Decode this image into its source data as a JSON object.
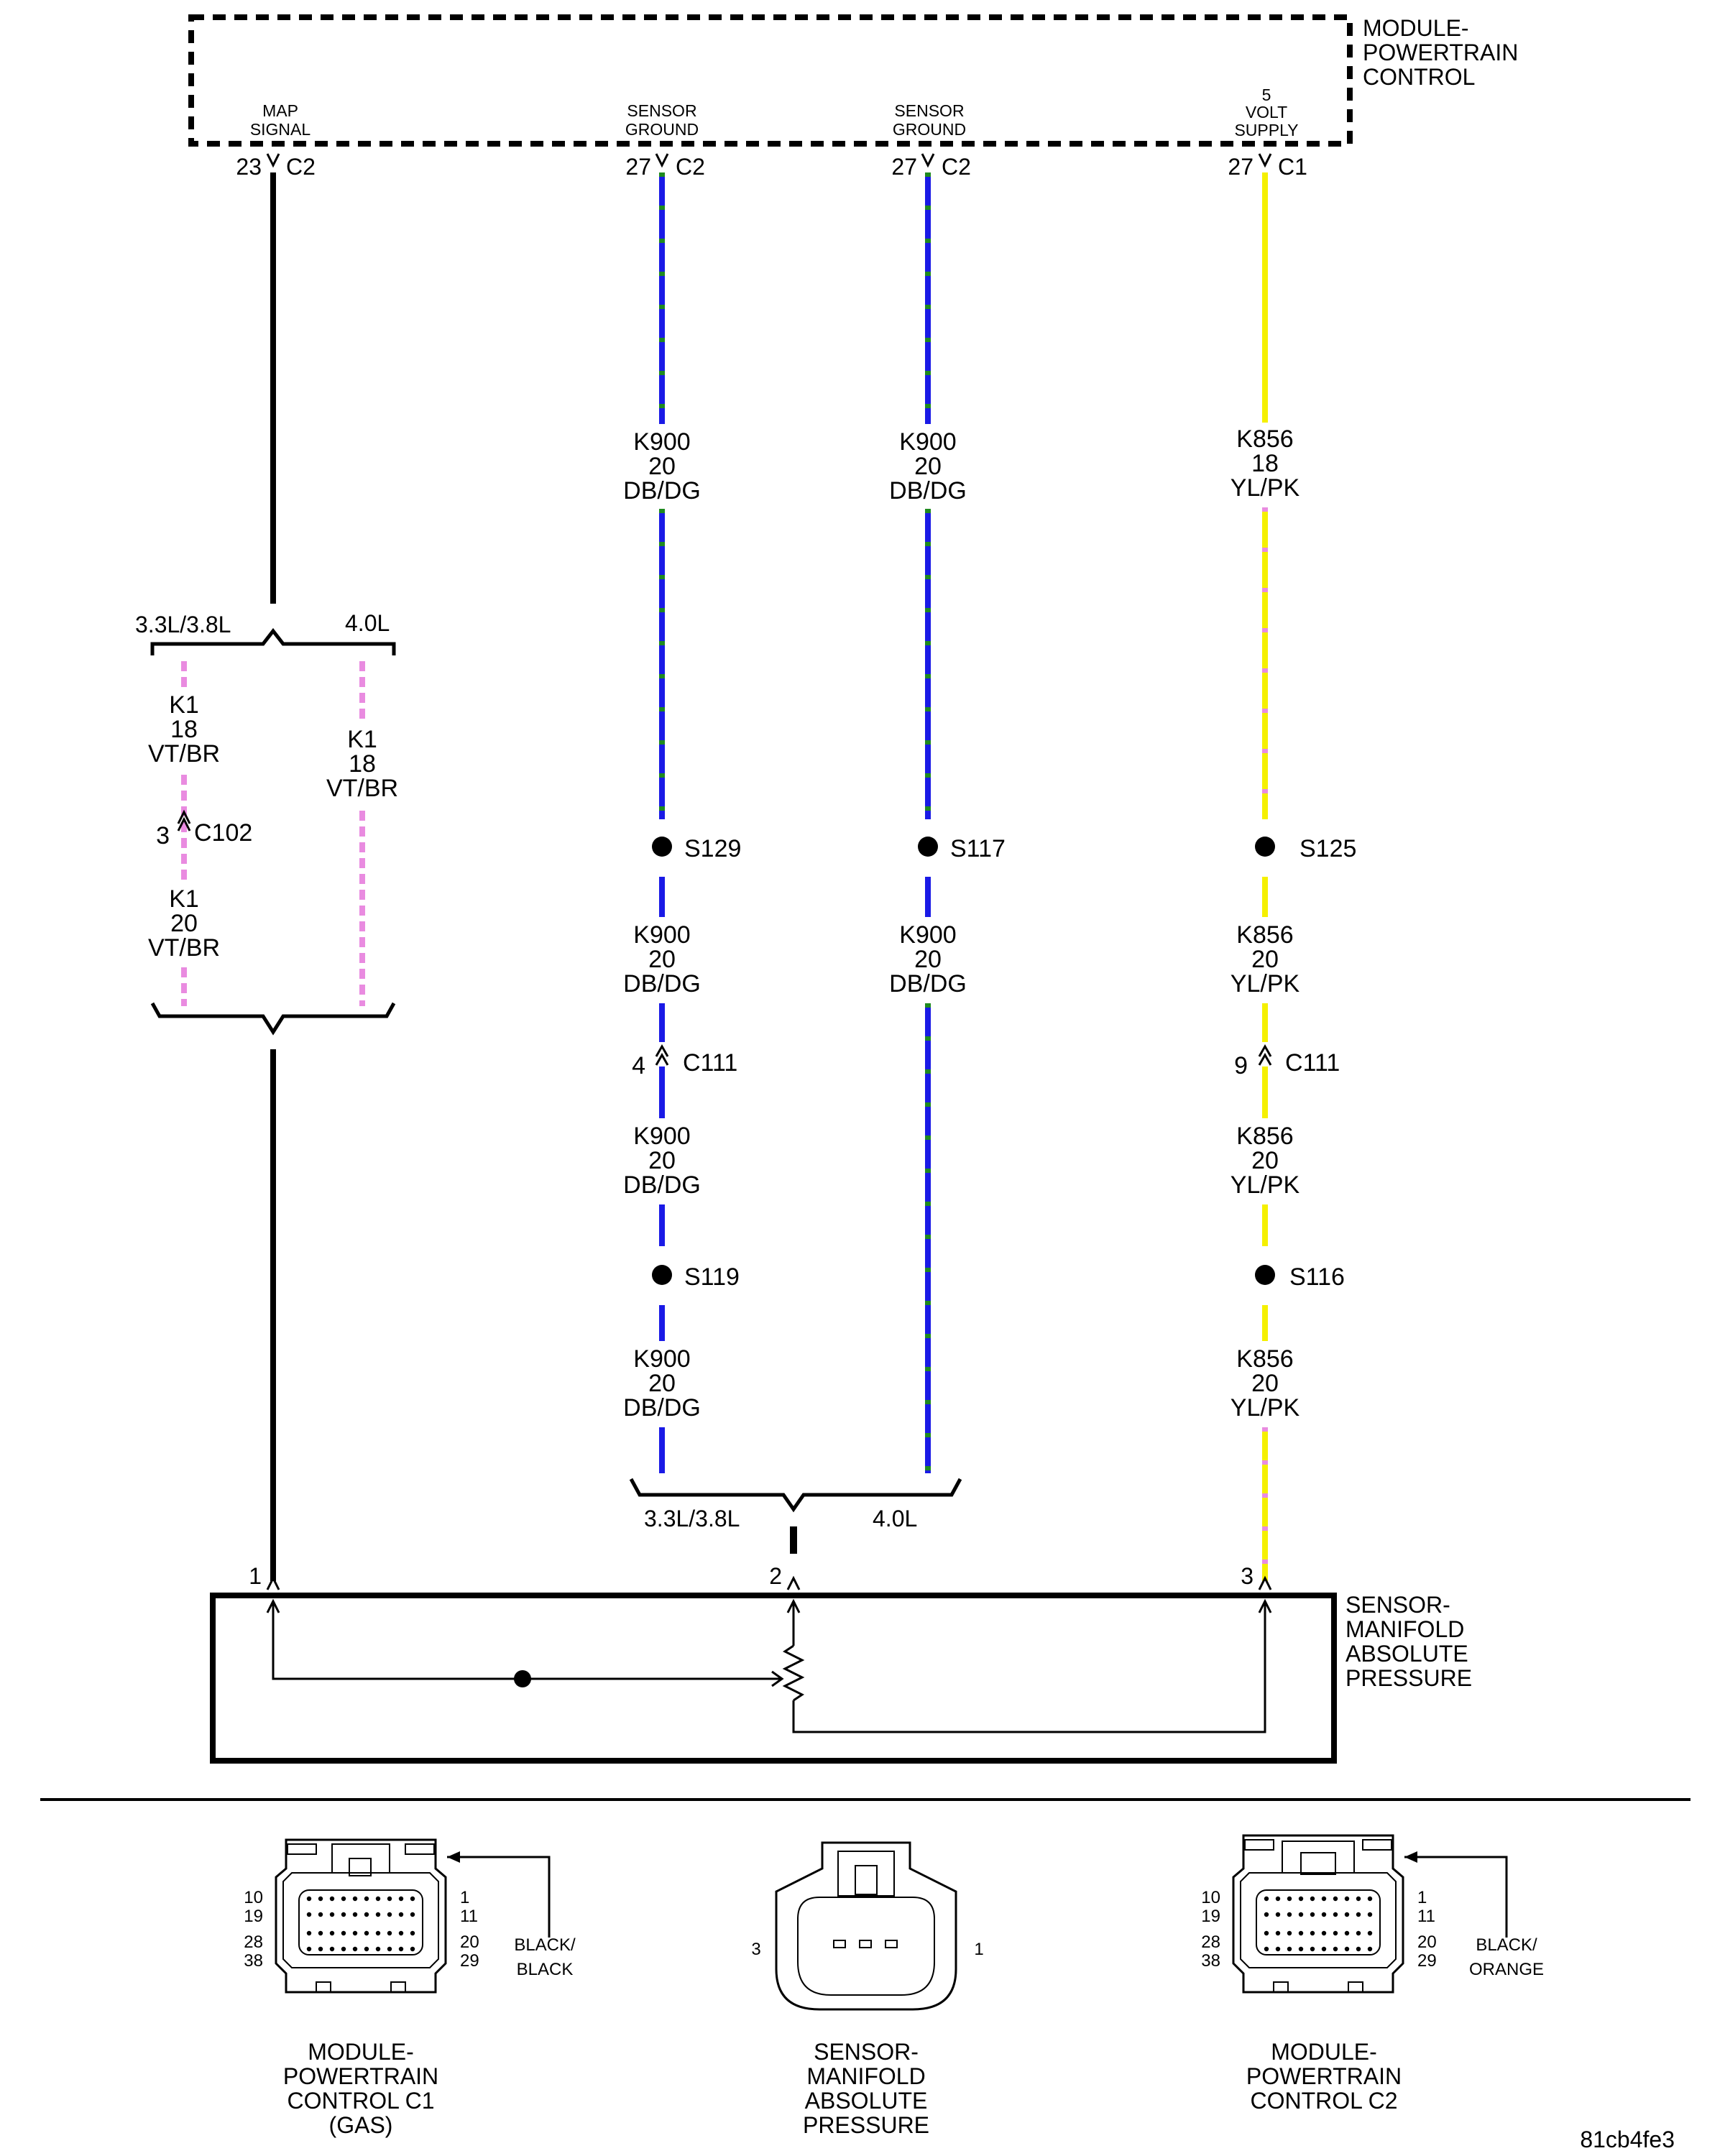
{
  "pcm": {
    "title_lines": [
      "MODULE-",
      "POWERTRAIN",
      "CONTROL"
    ],
    "pins": {
      "map_signal": {
        "label_lines": [
          "MAP",
          "SIGNAL"
        ],
        "cavity": "23",
        "connector": "C2"
      },
      "sensor_ground_a": {
        "label_lines": [
          "SENSOR",
          "GROUND"
        ],
        "cavity": "27",
        "connector": "C2"
      },
      "sensor_ground_b": {
        "label_lines": [
          "SENSOR",
          "GROUND"
        ],
        "cavity": "27",
        "connector": "C2"
      },
      "volt_supply": {
        "label_lines": [
          "5",
          "VOLT",
          "SUPPLY"
        ],
        "cavity": "27",
        "connector": "C1"
      }
    }
  },
  "wires": {
    "k900_a_top": [
      "K900",
      "20",
      "DB/DG"
    ],
    "k900_b_top": [
      "K900",
      "20",
      "DB/DG"
    ],
    "k856_top": [
      "K856",
      "18",
      "YL/PK"
    ],
    "k1_left_upper": [
      "K1",
      "18",
      "VT/BR"
    ],
    "k1_right": [
      "K1",
      "18",
      "VT/BR"
    ],
    "k1_left_lower": [
      "K1",
      "20",
      "VT/BR"
    ],
    "k900_a_mid1": [
      "K900",
      "20",
      "DB/DG"
    ],
    "k900_b_mid": [
      "K900",
      "20",
      "DB/DG"
    ],
    "k856_mid1": [
      "K856",
      "20",
      "YL/PK"
    ],
    "k900_a_mid2": [
      "K900",
      "20",
      "DB/DG"
    ],
    "k856_mid2": [
      "K856",
      "20",
      "YL/PK"
    ],
    "k900_a_low": [
      "K900",
      "20",
      "DB/DG"
    ],
    "k856_low": [
      "K856",
      "20",
      "YL/PK"
    ]
  },
  "wire_colors": {
    "black": "#000000",
    "dark_blue": "#1a1ae6",
    "dark_green": "#1f8a1f",
    "yellow": "#f5f000",
    "pink": "#e98be0",
    "violet": "#e98be0",
    "brown": "#8b1a1a"
  },
  "engine_options": {
    "left_top": "3.3L/3.8L",
    "right_top": "4.0L",
    "left_bottom": "3.3L/3.8L",
    "right_bottom": "4.0L"
  },
  "splices": {
    "s129": "S129",
    "s117": "S117",
    "s125": "S125",
    "s119": "S119",
    "s116": "S116"
  },
  "inline_connectors": {
    "c102": {
      "pin": "3",
      "name": "C102"
    },
    "c111_a": {
      "pin": "4",
      "name": "C111"
    },
    "c111_b": {
      "pin": "9",
      "name": "C111"
    }
  },
  "sensor": {
    "title_lines": [
      "SENSOR-",
      "MANIFOLD",
      "ABSOLUTE",
      "PRESSURE"
    ],
    "pins": [
      "1",
      "2",
      "3"
    ]
  },
  "connector_views": {
    "pcm_c1": {
      "left_pins": [
        "10",
        "19",
        "28",
        "38"
      ],
      "right_pins": [
        "1",
        "11",
        "20",
        "29"
      ],
      "color_lines": [
        "BLACK/",
        "BLACK"
      ],
      "caption_lines": [
        "MODULE-",
        "POWERTRAIN",
        "CONTROL C1",
        "(GAS)"
      ]
    },
    "map_sensor": {
      "left_pin": "3",
      "right_pin": "1",
      "caption_lines": [
        "SENSOR-",
        "MANIFOLD",
        "ABSOLUTE",
        "PRESSURE"
      ]
    },
    "pcm_c2": {
      "left_pins": [
        "10",
        "19",
        "28",
        "38"
      ],
      "right_pins": [
        "1",
        "11",
        "20",
        "29"
      ],
      "color_lines": [
        "BLACK/",
        "ORANGE"
      ],
      "caption_lines": [
        "MODULE-",
        "POWERTRAIN",
        "CONTROL C2"
      ]
    }
  },
  "figure_id": "81cb4fe3"
}
